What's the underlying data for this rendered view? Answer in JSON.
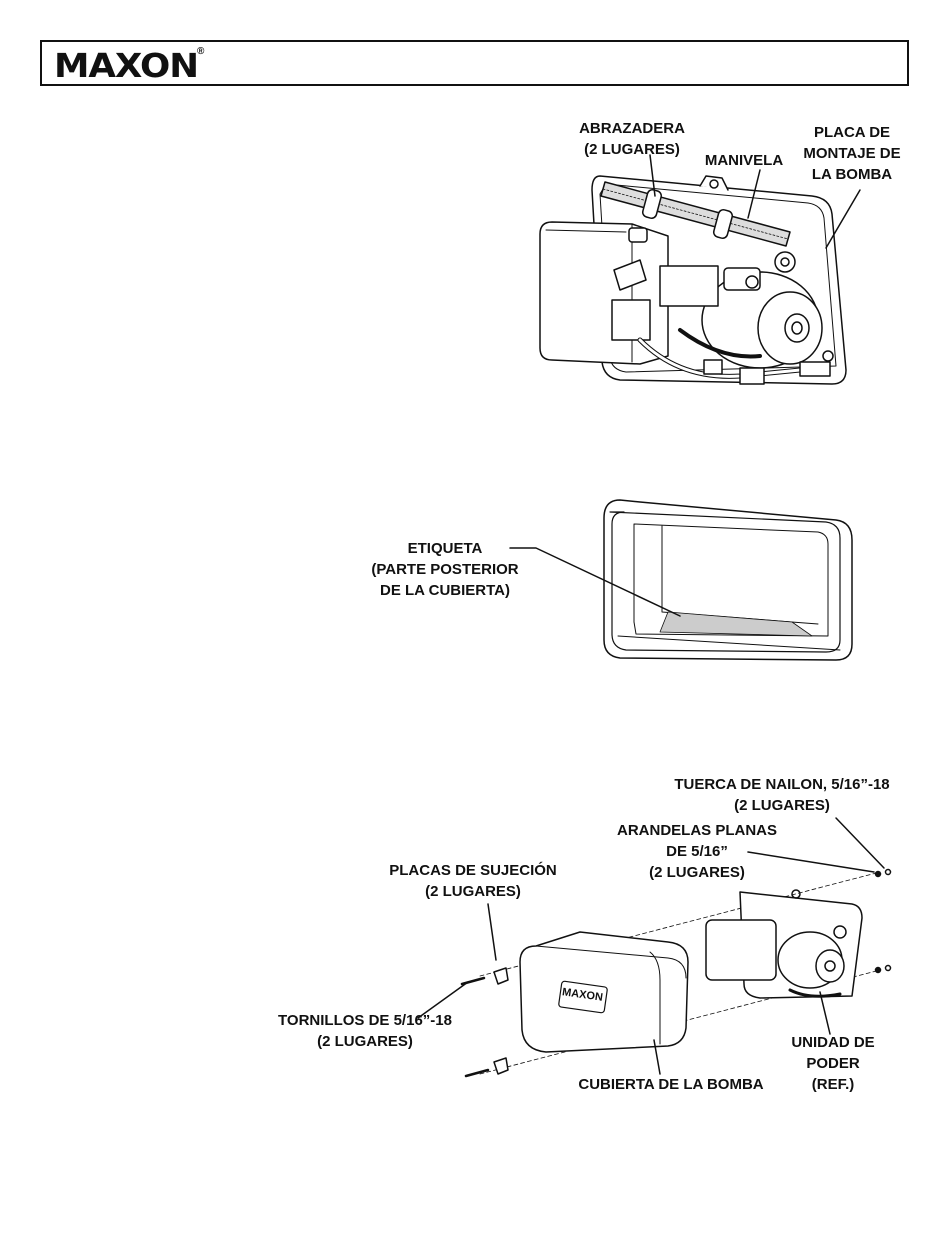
{
  "header": {
    "logo_text": "MAXON",
    "logo_registered": "®"
  },
  "figure1": {
    "clamp_label_line1": "ABRAZADERA",
    "clamp_label_line2": "(2 LUGARES)",
    "crank_label": "MANIVELA",
    "plate_label_line1": "PLACA DE",
    "plate_label_line2": "MONTAJE DE",
    "plate_label_line3": "LA BOMBA"
  },
  "figure2": {
    "decal_label_line1": "ETIQUETA",
    "decal_label_line2": "(PARTE POSTERIOR",
    "decal_label_line3": "DE LA CUBIERTA)"
  },
  "figure3": {
    "nut_label_line1": "TUERCA DE NAILON, 5/16”-18",
    "nut_label_line2": "(2 LUGARES)",
    "washer_label_line1": "ARANDELAS PLANAS",
    "washer_label_line2": "DE 5/16”",
    "washer_label_line3": "(2 LUGARES)",
    "retainer_label_line1": "PLACAS DE SUJECIÓN",
    "retainer_label_line2": "(2 LUGARES)",
    "bolt_label_line1": "TORNILLOS DE 5/16”-18",
    "bolt_label_line2": "(2 LUGARES)",
    "cover_label": "CUBIERTA DE LA BOMBA",
    "power_unit_label_line1": "UNIDAD DE",
    "power_unit_label_line2": "PODER",
    "power_unit_label_line3": "(REF.)",
    "cover_logo_text": "MAXON"
  }
}
